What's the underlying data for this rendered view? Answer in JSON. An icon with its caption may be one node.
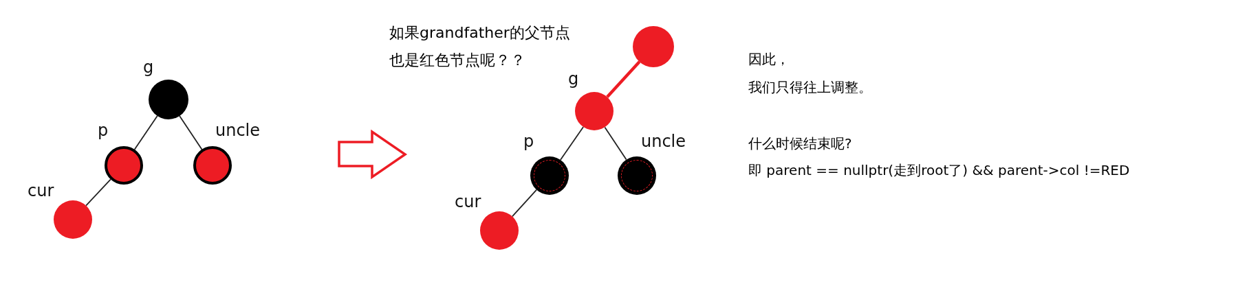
{
  "diagram": {
    "nodes": [
      {
        "text": [],
        "shape": "circle",
        "beside": [
          "g"
        ]
      },
      {
        "text": [],
        "shape": "circle",
        "beside": [
          "p"
        ]
      },
      {
        "text": [],
        "shape": "circle",
        "beside": [
          "uncle"
        ]
      },
      {
        "text": [],
        "shape": "circle",
        "beside": [
          "cur"
        ]
      },
      {
        "text": [],
        "shape": "circle"
      },
      {
        "text": [],
        "shape": "circle",
        "beside": [
          "g"
        ]
      },
      {
        "text": [],
        "shape": "circle",
        "beside": [
          "p"
        ]
      },
      {
        "text": [],
        "shape": "circle",
        "beside": [
          "uncle"
        ]
      },
      {
        "text": [],
        "shape": "circle",
        "beside": [
          "cur"
        ]
      }
    ],
    "edges": [
      {
        "from": 0,
        "to": 1,
        "arrow": "none"
      },
      {
        "from": 0,
        "to": 2,
        "arrow": "none"
      },
      {
        "from": 1,
        "to": 3,
        "arrow": "none"
      },
      {
        "from": 4,
        "to": 5,
        "arrow": "none",
        "style": "thick",
        "color": "#ed1c24"
      },
      {
        "from": 5,
        "to": 6,
        "arrow": "none"
      },
      {
        "from": 5,
        "to": 7,
        "arrow": "none"
      },
      {
        "from": 6,
        "to": 8,
        "arrow": "none"
      }
    ],
    "labels": [
      "如果grandfather的父节点也是红色节点呢？？",
      "因此，",
      "我们只得往上调整。",
      "什么时候结束呢?",
      "即 parent == nullptr(走到root了) && parent->col !=RED"
    ]
  }
}
